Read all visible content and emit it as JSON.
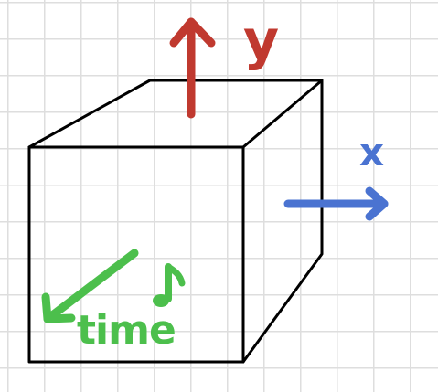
{
  "labels": {
    "y_axis": "y",
    "x_axis": "x",
    "time_axis": "time"
  },
  "colors": {
    "background": "#ffffff",
    "grid": "#dedede",
    "cube_outline": "#000000",
    "y_arrow": "#c0392f",
    "x_arrow": "#4a73d1",
    "time_arrow": "#4cbf4c"
  },
  "icons": {
    "music_note": "♪"
  }
}
